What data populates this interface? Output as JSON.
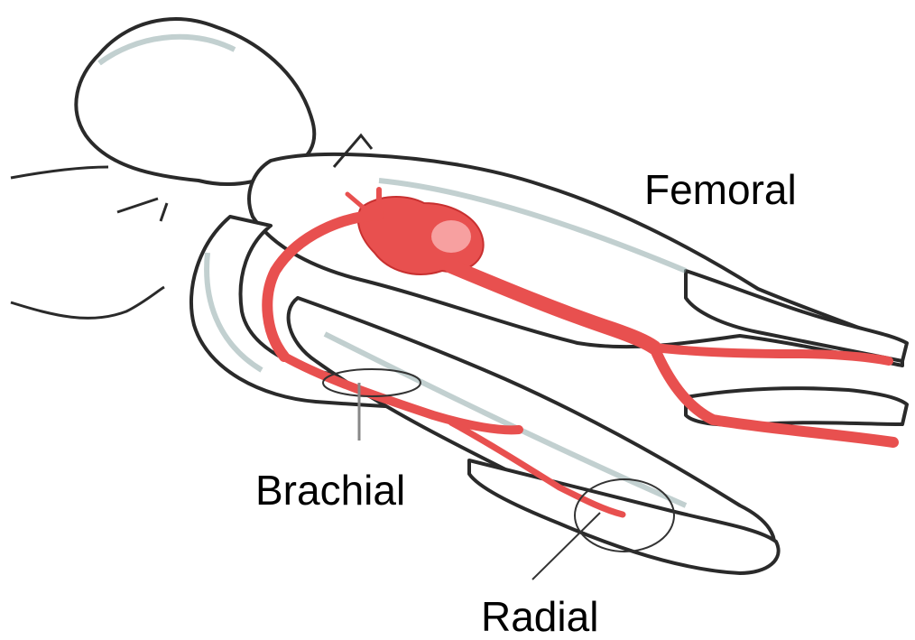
{
  "labels": {
    "femoral": "Femoral",
    "brachial": "Brachial",
    "radial": "Radial"
  },
  "colors": {
    "artery": "#e8504f",
    "artery_highlight": "#f7a0a0",
    "body_outline": "#2a2a2a",
    "body_shade": "#8fa9a9",
    "pointer_line": "#333333"
  }
}
